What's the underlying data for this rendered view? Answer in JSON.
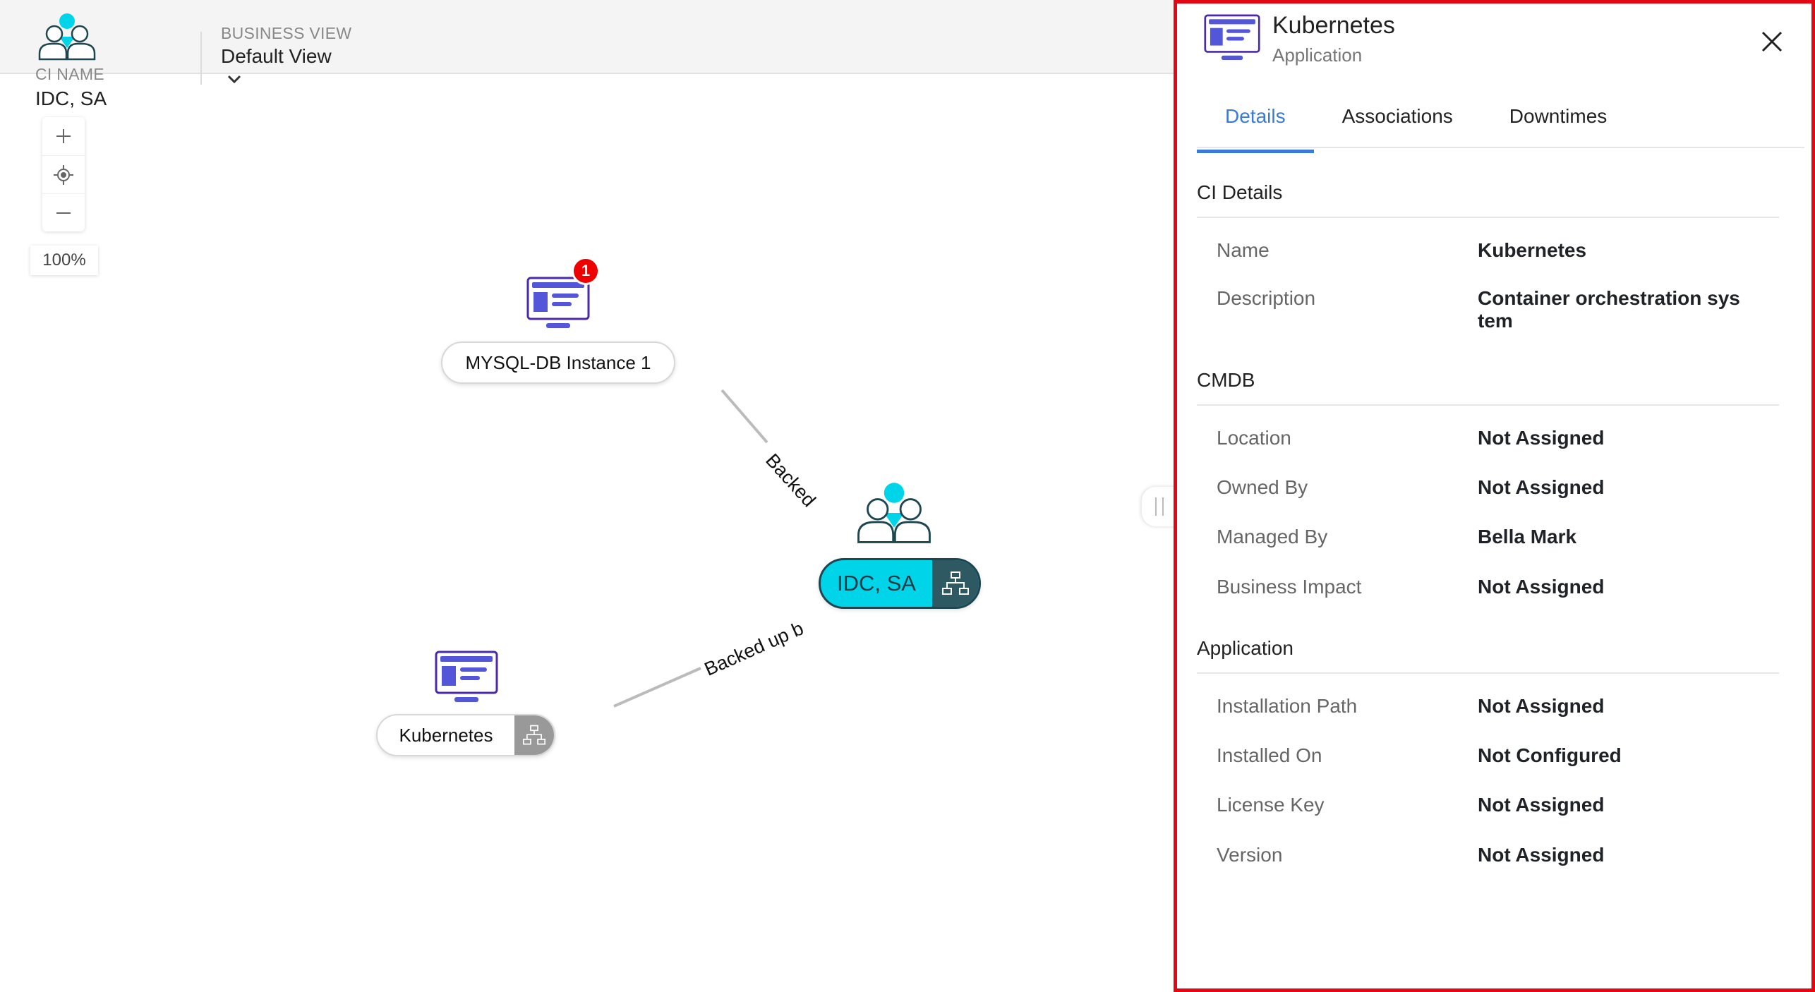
{
  "header": {
    "ci_label": "CI NAME",
    "ci_value": "IDC, SA",
    "business_view_label": "BUSINESS VIEW",
    "business_view_value": "Default View"
  },
  "zoom": {
    "zoom_in": "+",
    "zoom_out": "−",
    "percent": "100%"
  },
  "graph": {
    "nodes": [
      {
        "id": "mysql",
        "label": "MYSQL-DB Instance 1",
        "icon": "application-monitor-icon",
        "alert_count": "1"
      },
      {
        "id": "idc",
        "label": "IDC, SA",
        "icon": "business-group-icon",
        "highlighted": true
      },
      {
        "id": "k8s",
        "label": "Kubernetes",
        "icon": "application-monitor-icon"
      }
    ],
    "edges": [
      {
        "from": "mysql",
        "to": "idc",
        "label": "Backed up"
      },
      {
        "from": "k8s",
        "to": "idc",
        "label": "Backed up b"
      }
    ]
  },
  "colors": {
    "accent_cyan": "#00d4e8",
    "dark_teal": "#2e5963",
    "app_purple": "#5356d9",
    "tab_blue": "#3a7bd5",
    "highlight_border": "#e30613",
    "badge_red": "#e00000"
  },
  "panel": {
    "title": "Kubernetes",
    "subtitle": "Application",
    "tabs": [
      "Details",
      "Associations",
      "Downtimes"
    ],
    "active_tab": "Details",
    "sections": [
      {
        "title": "CI Details",
        "rows": [
          {
            "key": "Name",
            "value": "Kubernetes"
          },
          {
            "key": "Description",
            "value": "Container orchestration sys tem"
          }
        ]
      },
      {
        "title": "CMDB",
        "rows": [
          {
            "key": "Location",
            "value": "Not Assigned"
          },
          {
            "key": "Owned By",
            "value": "Not Assigned"
          },
          {
            "key": "Managed By",
            "value": "Bella Mark"
          },
          {
            "key": "Business Impact",
            "value": "Not Assigned"
          }
        ]
      },
      {
        "title": "Application",
        "rows": [
          {
            "key": "Installation Path",
            "value": "Not Assigned"
          },
          {
            "key": "Installed On",
            "value": "Not Configured"
          },
          {
            "key": "License Key",
            "value": "Not Assigned"
          },
          {
            "key": "Version",
            "value": "Not Assigned"
          }
        ]
      }
    ]
  }
}
